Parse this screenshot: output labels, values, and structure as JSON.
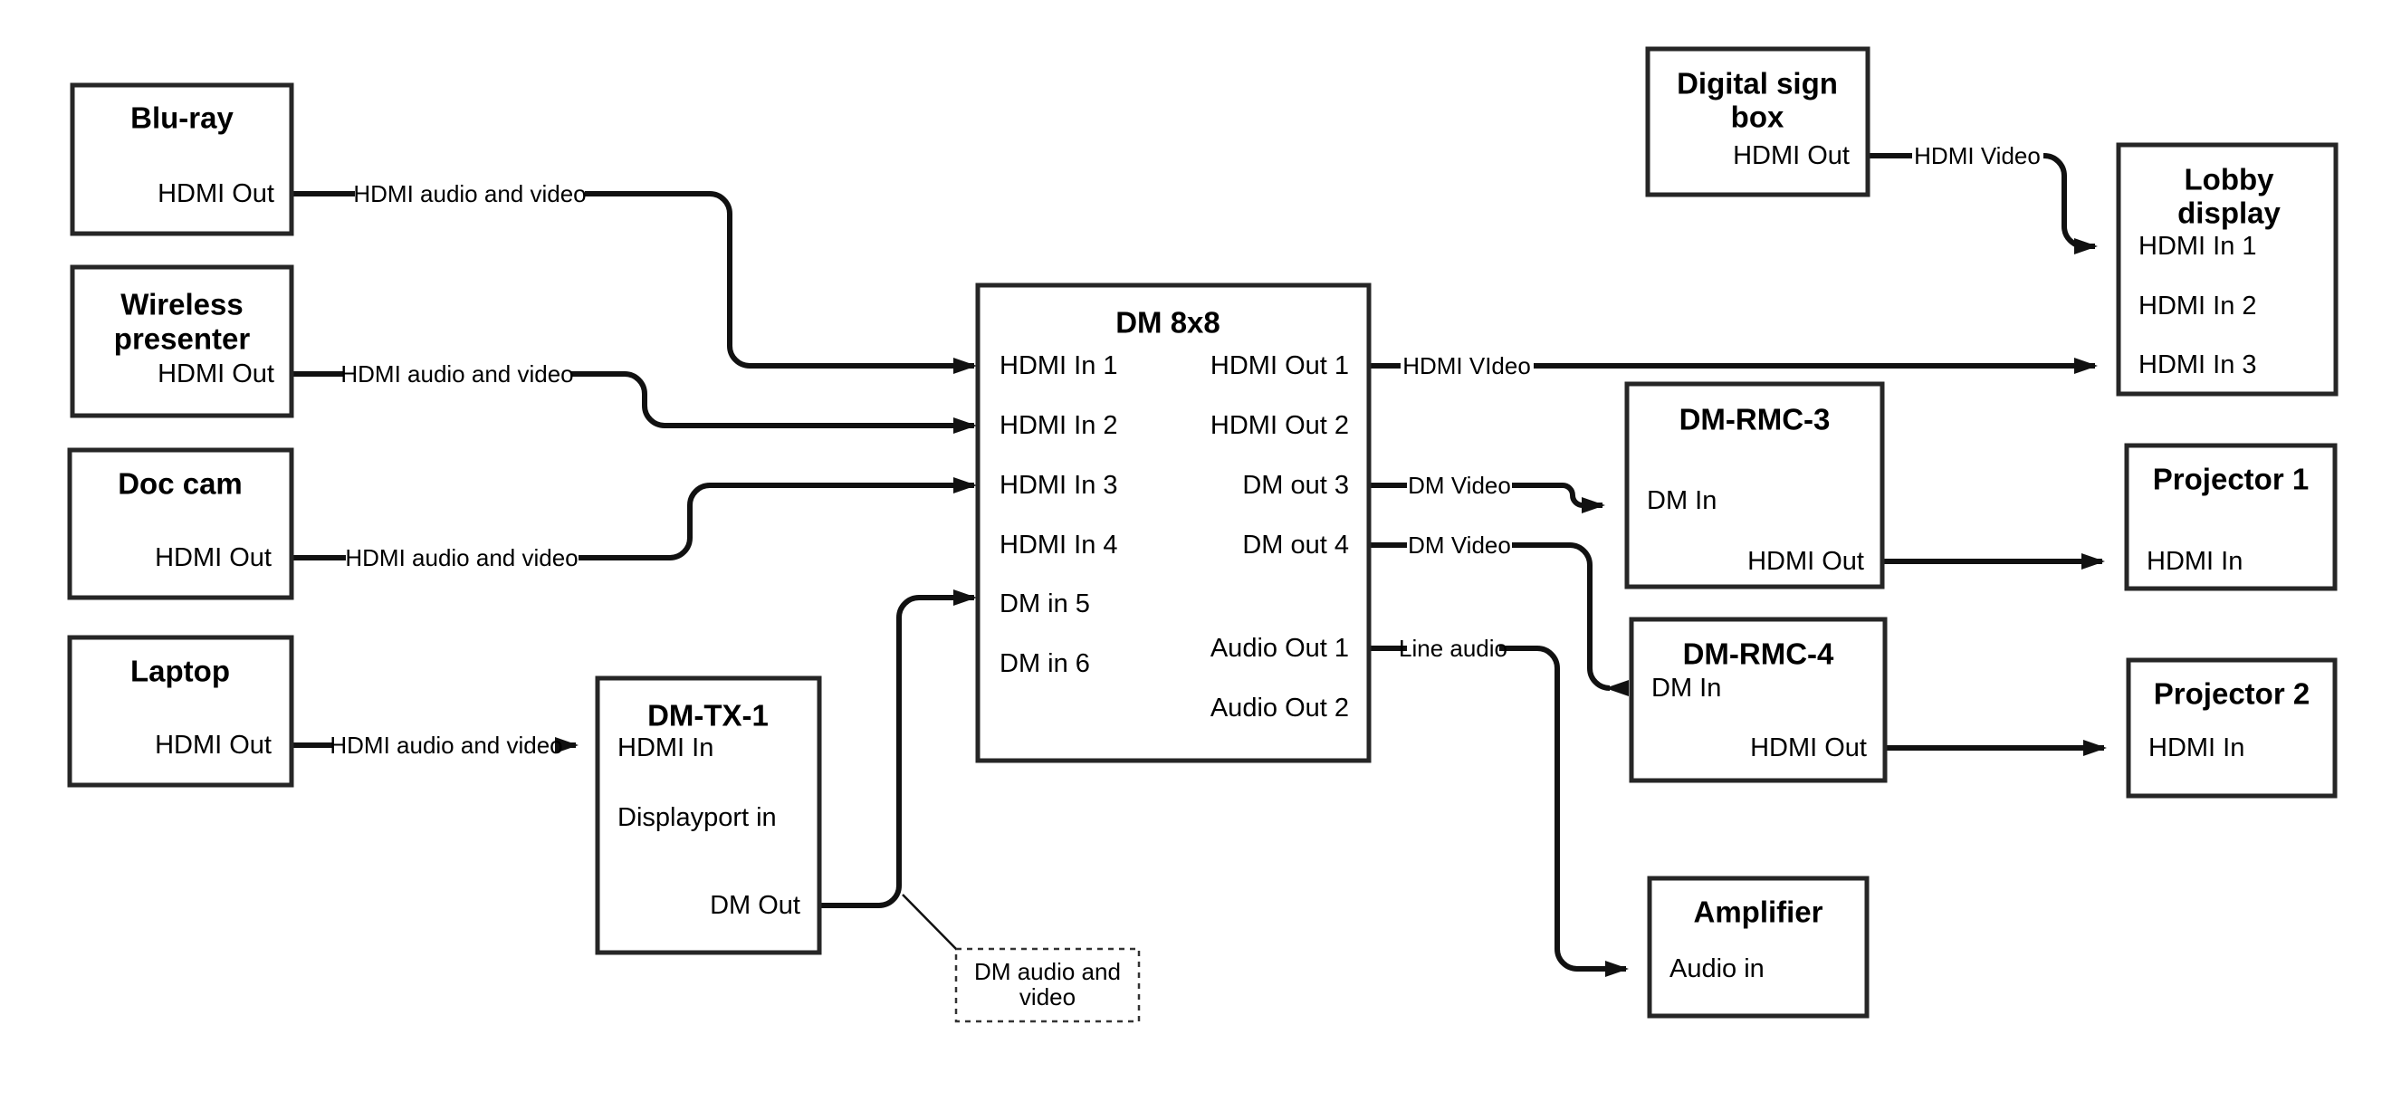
{
  "colors": {
    "background": "#ffffff",
    "line": "#111111",
    "box_border": "#262626",
    "text": "#000000"
  },
  "boxes": {
    "bluray": {
      "title": "Blu-ray",
      "port_hdmi_out": "HDMI Out"
    },
    "wireless": {
      "title_line1": "Wireless",
      "title_line2": "presenter",
      "port_hdmi_out": "HDMI Out"
    },
    "doccam": {
      "title": "Doc cam",
      "port_hdmi_out": "HDMI Out"
    },
    "laptop": {
      "title": "Laptop",
      "port_hdmi_out": "HDMI Out"
    },
    "dmtx1": {
      "title": "DM-TX-1",
      "port_hdmi_in": "HDMI In",
      "port_displayport_in": "Displayport in",
      "port_dm_out": "DM Out"
    },
    "dm8x8": {
      "title": "DM 8x8",
      "port_hdmi_in_1": "HDMI In 1",
      "port_hdmi_in_2": "HDMI In 2",
      "port_hdmi_in_3": "HDMI In 3",
      "port_hdmi_in_4": "HDMI In 4",
      "port_dm_in_5": "DM in 5",
      "port_dm_in_6": "DM in 6",
      "port_hdmi_out_1": "HDMI Out 1",
      "port_hdmi_out_2": "HDMI Out 2",
      "port_dm_out_3": "DM out 3",
      "port_dm_out_4": "DM out 4",
      "port_audio_out_1": "Audio Out 1",
      "port_audio_out_2": "Audio Out 2"
    },
    "digital_sign": {
      "title_line1": "Digital sign",
      "title_line2": "box",
      "port_hdmi_out": "HDMI Out"
    },
    "lobby": {
      "title_line1": "Lobby",
      "title_line2": "display",
      "port_hdmi_in_1": "HDMI In 1",
      "port_hdmi_in_2": "HDMI In 2",
      "port_hdmi_in_3": "HDMI In 3"
    },
    "rmc3": {
      "title": "DM-RMC-3",
      "port_dm_in": "DM In",
      "port_hdmi_out": "HDMI Out"
    },
    "proj1": {
      "title": "Projector 1",
      "port_hdmi_in": "HDMI In"
    },
    "rmc4": {
      "title": "DM-RMC-4",
      "port_dm_in": "DM In",
      "port_hdmi_out": "HDMI Out"
    },
    "proj2": {
      "title": "Projector 2",
      "port_hdmi_in": "HDMI In"
    },
    "amplifier": {
      "title": "Amplifier",
      "port_audio_in": "Audio in"
    }
  },
  "wire_labels": {
    "bluray_hdmi": "HDMI audio and video",
    "wireless_hdmi": "HDMI audio and video",
    "doccam_hdmi": "HDMI audio and video",
    "laptop_hdmi": "HDMI audio and video",
    "out1_hdmi_video": "HDMI VIdeo",
    "digital_hdmi_video": "HDMI Video",
    "out3_dm_video": "DM Video",
    "out4_dm_video": "DM Video",
    "audio1_line_audio": "Line audio"
  },
  "callout": {
    "line1": "DM audio and",
    "line2": "video"
  }
}
